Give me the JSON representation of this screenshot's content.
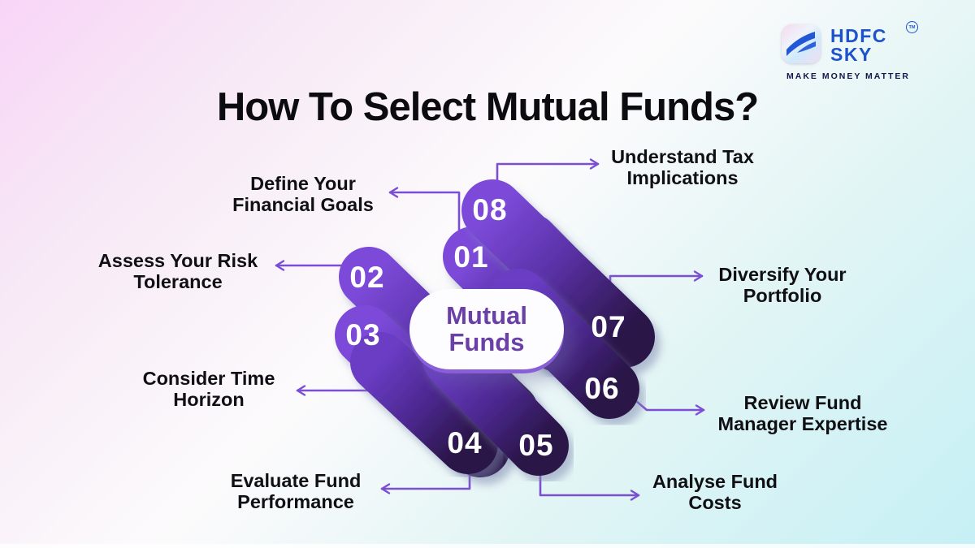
{
  "page": {
    "title": "How To Select Mutual Funds?"
  },
  "brand": {
    "line1": "HDFC",
    "line2": "SKY",
    "trademark": "TM",
    "tagline": "MAKE MONEY MATTER"
  },
  "center": {
    "label": "Mutual\nFunds"
  },
  "steps": [
    {
      "number": "01",
      "label": "Define Your\nFinancial Goals"
    },
    {
      "number": "02",
      "label": "Assess Your Risk\nTolerance"
    },
    {
      "number": "03",
      "label": "Consider Time\nHorizon"
    },
    {
      "number": "04",
      "label": "Evaluate Fund\nPerformance"
    },
    {
      "number": "05",
      "label": "Analyse Fund\nCosts"
    },
    {
      "number": "06",
      "label": "Review Fund\nManager Expertise"
    },
    {
      "number": "07",
      "label": "Diversify Your\nPortfolio"
    },
    {
      "number": "08",
      "label": "Understand Tax\nImplications"
    }
  ],
  "colors": {
    "background_pink": "#f8d5f7",
    "background_cyan": "#c5f0f5",
    "capsule_light": "#7c4ad9",
    "capsule_mid": "#5b32a8",
    "capsule_dark": "#291546",
    "connector_purple": "#7b4ed2",
    "center_text_purple": "#6b3fa8",
    "brand_blue": "#1c52cc",
    "tagline_navy": "#15164a",
    "title_black": "#0c0c10",
    "number_white": "#ffffff"
  }
}
